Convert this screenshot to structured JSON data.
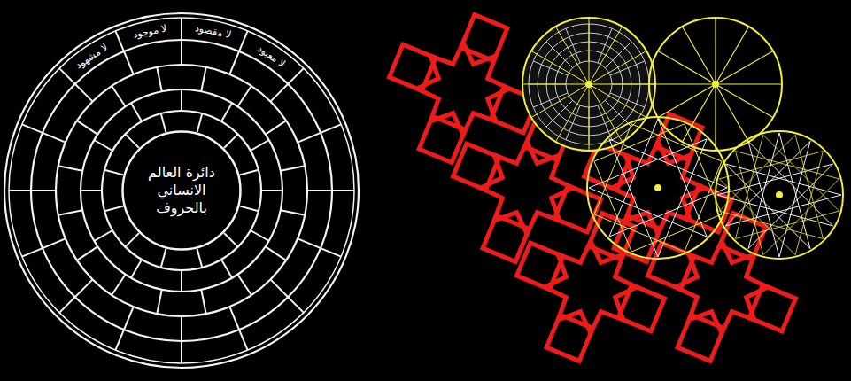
{
  "diagram": {
    "nodes": [
      {
        "text": [
          "دائرة العالم الانساني بالحروف"
        ]
      }
    ],
    "labels": [
      "لا موجود",
      "لا مقصود",
      "لا معبود",
      "لا مشهود"
    ]
  }
}
